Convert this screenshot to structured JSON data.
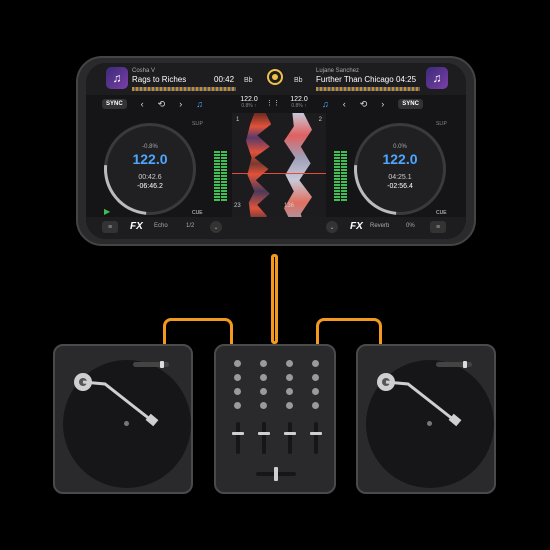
{
  "deck_left": {
    "artist": "Cosha V",
    "title": "Rags to Riches",
    "time": "00:42",
    "key": "Bb",
    "sync_label": "SYNC",
    "slip_label": "SLIP",
    "pitch": "-0.8%",
    "bpm": "122.0",
    "elapsed": "00:42.6",
    "remaining": "-06:46.2",
    "cue_label": "CUE",
    "deck_number": "1",
    "fx_label": "FX",
    "fx_effect": "Echo",
    "fx_amount": "1/2"
  },
  "deck_right": {
    "artist": "Lujane Sanchez",
    "title": "Further Than Chicago",
    "time": "04:25",
    "key": "Bb",
    "sync_label": "SYNC",
    "slip_label": "SLIP",
    "pitch": "0.0%",
    "bpm": "122.0",
    "elapsed": "04:25.1",
    "remaining": "-02:56.4",
    "cue_label": "CUE",
    "deck_number": "2",
    "fx_label": "FX",
    "fx_effect": "Reverb",
    "fx_amount": "0%"
  },
  "center": {
    "bpm": "122.0",
    "bpm_sub": "0.8% ↑",
    "wf_left_num": "23",
    "wf_right_num": "136"
  },
  "icons": {
    "music_note": "♫",
    "prev": "‹",
    "next": "›",
    "grid": "⋮⋮",
    "eq": "≡",
    "chevron": "⌄",
    "play": "▶"
  },
  "colors": {
    "bpm_blue": "#4ea6ff",
    "cable_orange": "#f39a1e",
    "accent_yellow": "#f0c04a",
    "meter_green": "#3fbf52"
  }
}
